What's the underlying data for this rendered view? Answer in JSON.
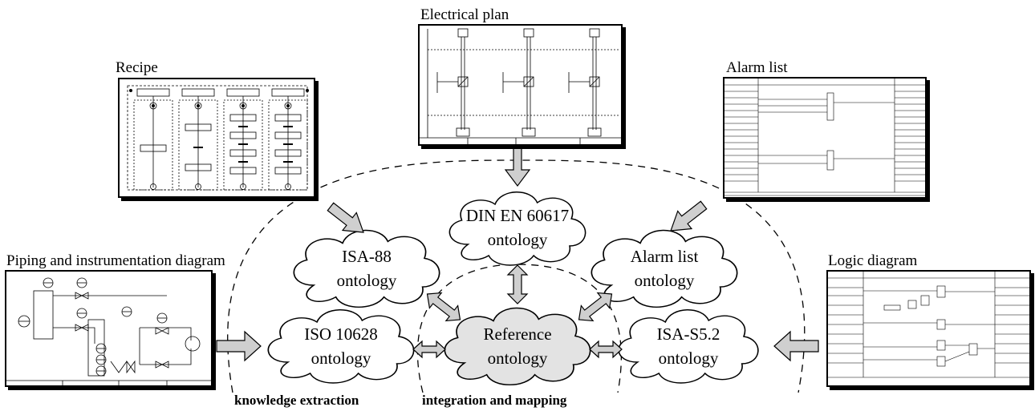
{
  "colors": {
    "cloud_fill": "#ffffff",
    "reference_fill": "#e3e3e3",
    "arrow_fill": "#cfcfcf",
    "stroke": "#000000"
  },
  "documents": {
    "recipe": "Recipe",
    "electrical_plan": "Electrical plan",
    "alarm_list": "Alarm list",
    "pid": "Piping and instrumentation diagram",
    "logic_diagram": "Logic diagram"
  },
  "ontologies": {
    "din": {
      "line1": "DIN EN 60617",
      "line2": "ontology"
    },
    "isa88": {
      "line1": "ISA-88",
      "line2": "ontology"
    },
    "alarm": {
      "line1": "Alarm list",
      "line2": "ontology"
    },
    "iso": {
      "line1": "ISO 10628",
      "line2": "ontology"
    },
    "reference": {
      "line1": "Reference",
      "line2": "ontology"
    },
    "isas52": {
      "line1": "ISA-S5.2",
      "line2": "ontology"
    }
  },
  "regions": {
    "knowledge_extraction": "knowledge extraction",
    "integration_mapping": "integration and mapping"
  }
}
